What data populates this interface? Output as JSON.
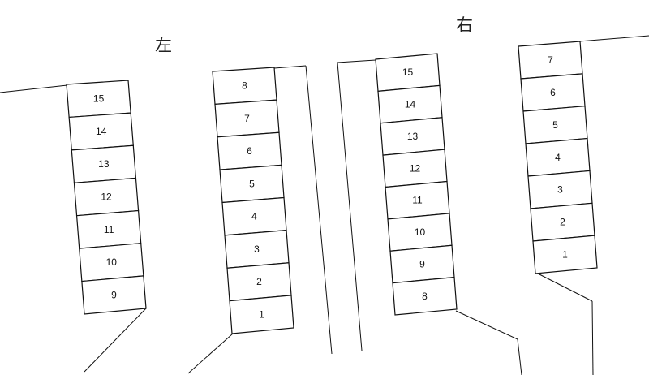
{
  "labels": {
    "left": "左",
    "right": "右"
  },
  "strips": [
    {
      "id": "left-outer",
      "slots": [
        "15",
        "14",
        "13",
        "12",
        "11",
        "10",
        "9"
      ]
    },
    {
      "id": "left-inner",
      "slots": [
        "8",
        "7",
        "6",
        "5",
        "4",
        "3",
        "2",
        "1"
      ]
    },
    {
      "id": "right-inner",
      "slots": [
        "15",
        "14",
        "13",
        "12",
        "11",
        "10",
        "9",
        "8"
      ]
    },
    {
      "id": "right-outer",
      "slots": [
        "7",
        "6",
        "5",
        "4",
        "3",
        "2",
        "1"
      ]
    }
  ]
}
